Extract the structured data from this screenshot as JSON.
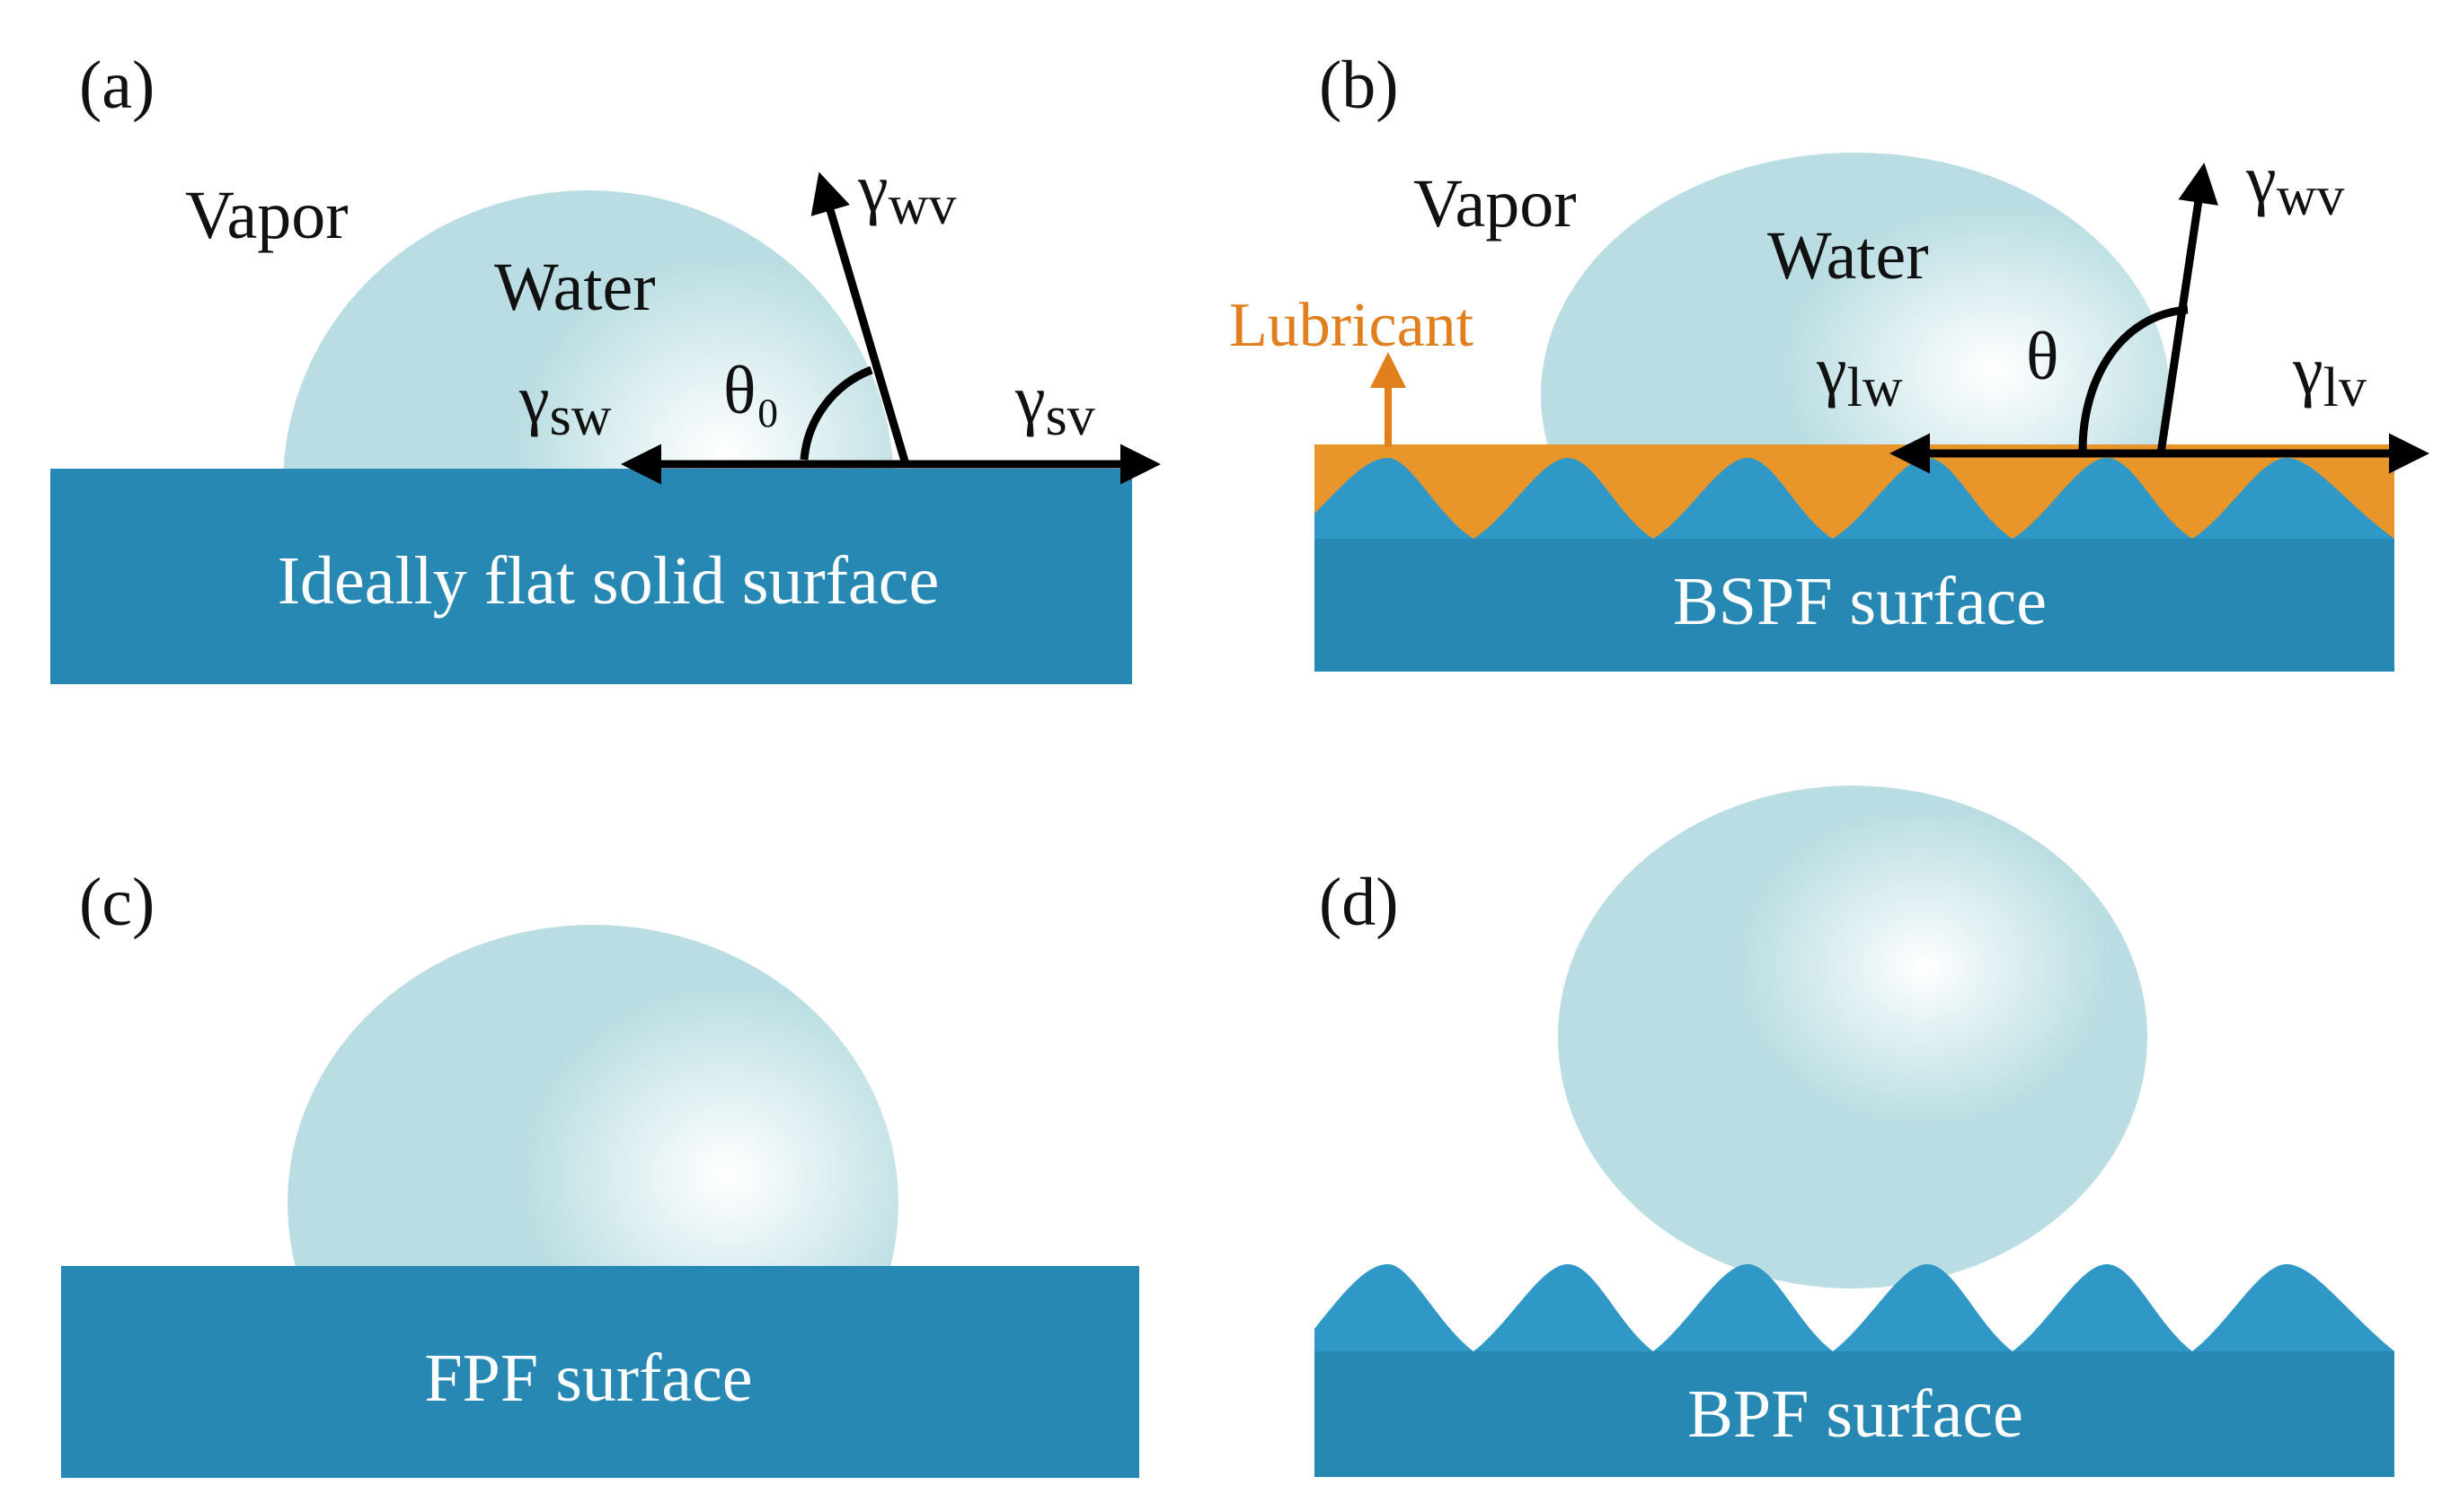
{
  "colors": {
    "substrate": "#2788b4",
    "bump": "#2f98c6",
    "droplet": "#b9dde2",
    "droplet_highlight": "#ffffff",
    "lubricant": "#e8962a",
    "lubricant_label": "#e07f1b",
    "arrow": "#000000"
  },
  "panels": {
    "a": {
      "label": "(a)",
      "vapor": "Vapor",
      "water": "Water",
      "surface": "Ideally flat solid surface",
      "gamma_sw": "γ",
      "gamma_sw_sub": "sw",
      "gamma_sv": "γ",
      "gamma_sv_sub": "sv",
      "gamma_wv": "γ",
      "gamma_wv_sub": "wv",
      "theta": "θ₀"
    },
    "b": {
      "label": "(b)",
      "vapor": "Vapor",
      "water": "Water",
      "lubricant": "Lubricant",
      "surface": "BSPF surface",
      "gamma_lw": "γ",
      "gamma_lw_sub": "lw",
      "gamma_lv": "γ",
      "gamma_lv_sub": "lv",
      "gamma_wv": "γ",
      "gamma_wv_sub": "wv",
      "theta": "θ"
    },
    "c": {
      "label": "(c)",
      "surface": "FPF surface"
    },
    "d": {
      "label": "(d)",
      "surface": "BPF surface"
    }
  }
}
